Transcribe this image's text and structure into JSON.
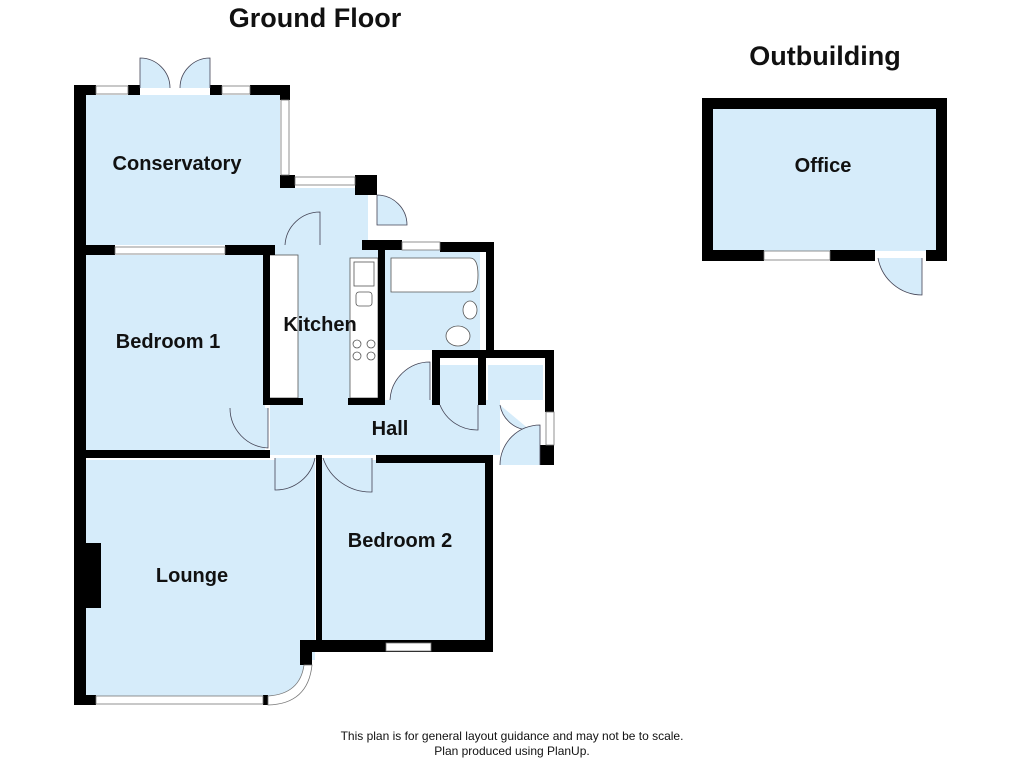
{
  "titles": {
    "ground_floor": "Ground Floor",
    "outbuilding": "Outbuilding"
  },
  "rooms": {
    "conservatory": "Conservatory",
    "kitchen": "Kitchen",
    "bedroom1": "Bedroom 1",
    "hall": "Hall",
    "lounge": "Lounge",
    "bedroom2": "Bedroom 2",
    "office": "Office"
  },
  "footer": {
    "line1": "This plan is for general layout guidance and may not be to scale.",
    "line2": "Plan produced using PlanUp."
  },
  "colors": {
    "room_fill": "#d6ecfa",
    "wall": "#000000",
    "background": "#ffffff"
  }
}
